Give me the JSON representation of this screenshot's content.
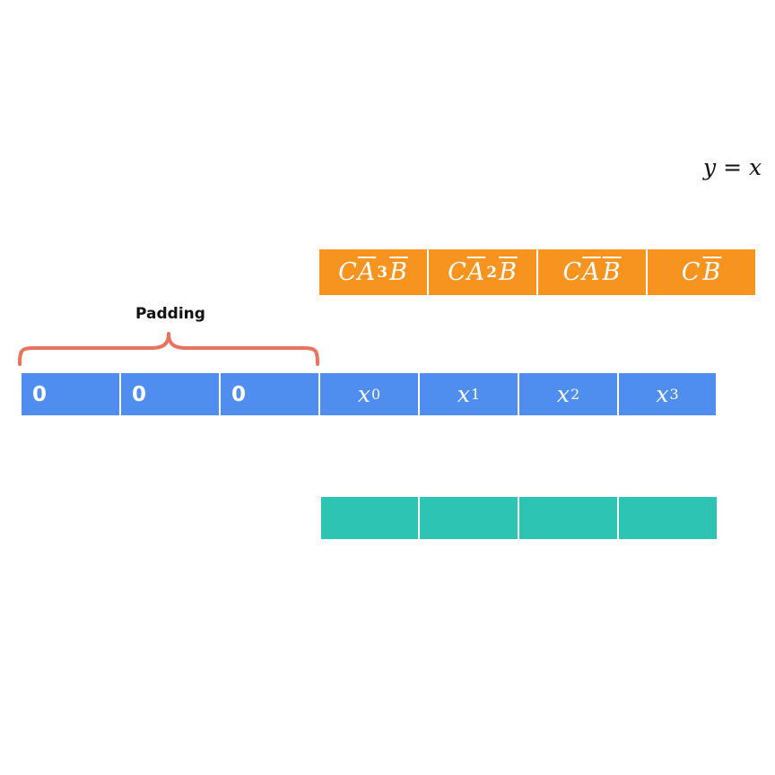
{
  "equation_fragment": "y = x",
  "kernel": {
    "color": "#f79420",
    "cells": [
      {
        "pre": "C",
        "bar": "A",
        "power": "3",
        "post": "B"
      },
      {
        "pre": "C",
        "bar": "A",
        "power": "2",
        "post": "B"
      },
      {
        "pre": "C",
        "bar": "A",
        "power": "",
        "post": "B"
      },
      {
        "pre": "C",
        "bar": "",
        "power": "",
        "post": "B"
      }
    ]
  },
  "padding": {
    "label": "Padding",
    "brace_color": "#e8735f",
    "cells": [
      "0",
      "0",
      "0"
    ]
  },
  "input": {
    "color": "#4f8def",
    "cells": [
      {
        "var": "x",
        "sub": "0"
      },
      {
        "var": "x",
        "sub": "1"
      },
      {
        "var": "x",
        "sub": "2"
      },
      {
        "var": "x",
        "sub": "3"
      }
    ]
  },
  "output": {
    "color": "#2ec4b4",
    "cell_count": 4
  }
}
